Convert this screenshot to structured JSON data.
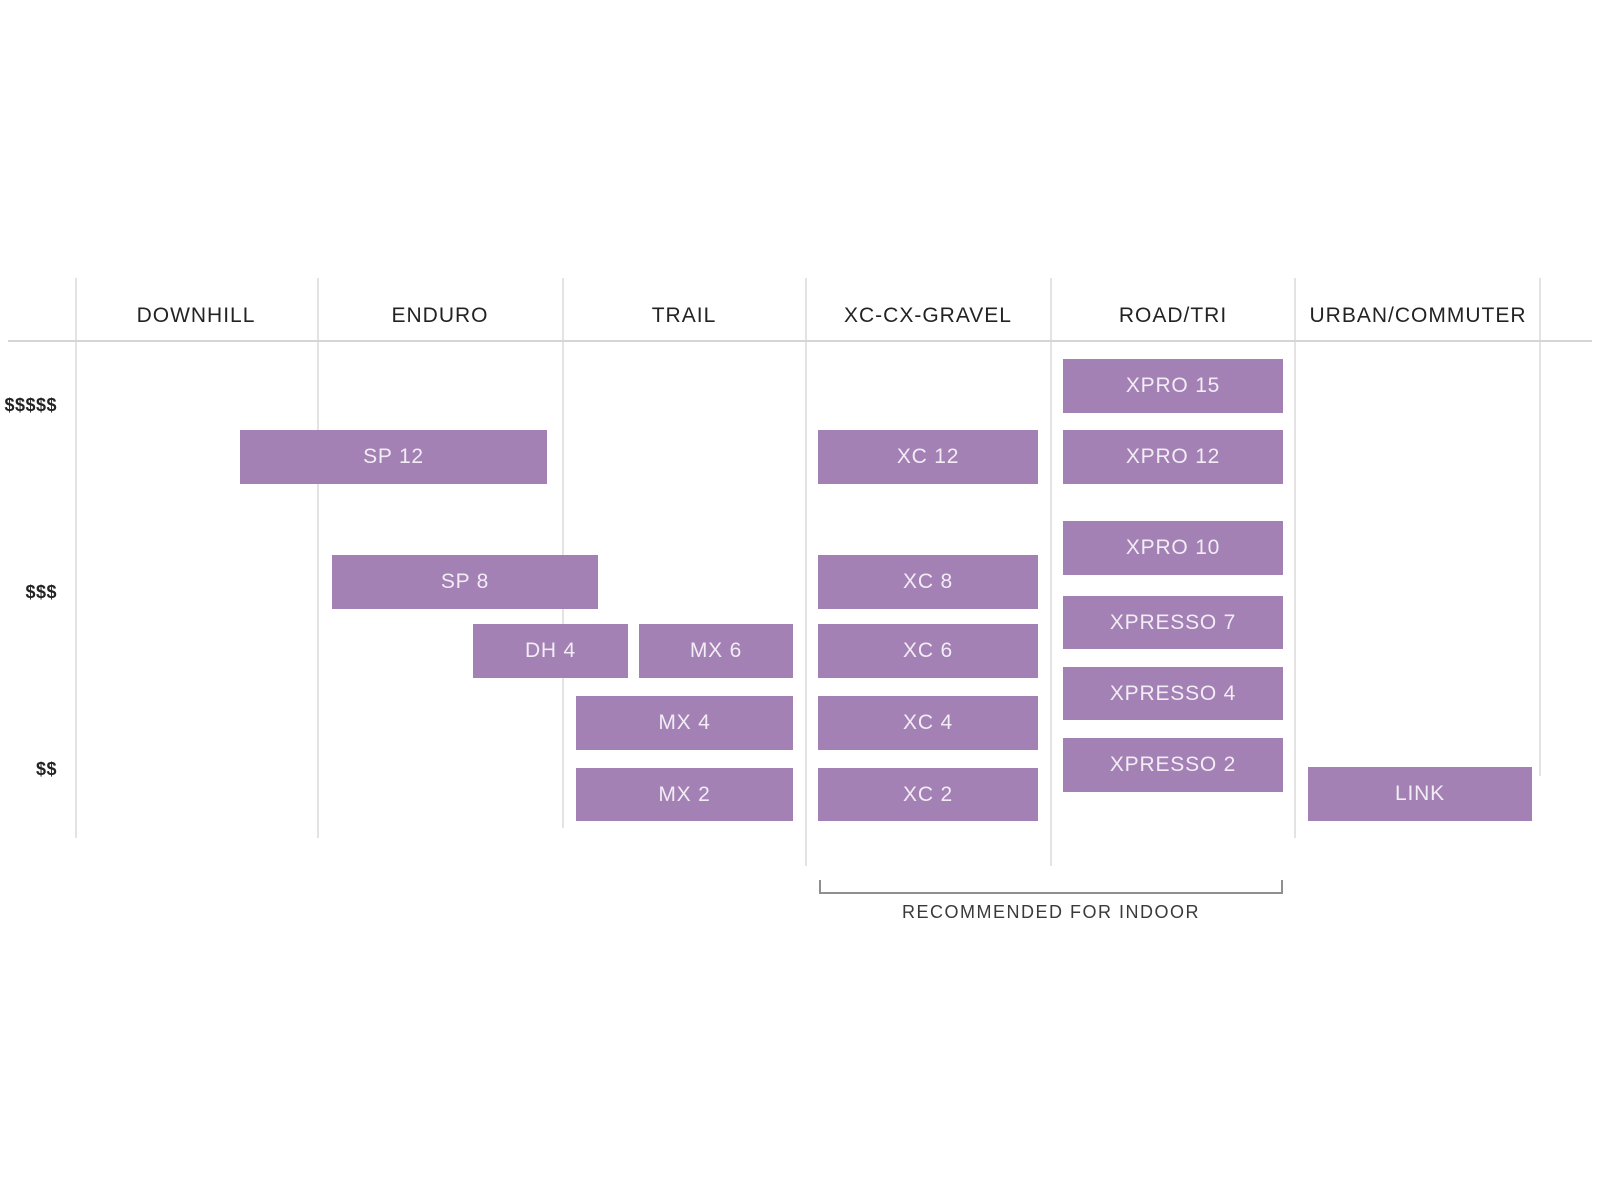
{
  "page": {
    "background": "#ffffff"
  },
  "chart_data": {
    "type": "table",
    "title": "",
    "xlabel": "",
    "ylabel": "",
    "columns": [
      "DOWNHILL",
      "ENDURO",
      "TRAIL",
      "XC-CX-GRAVEL",
      "ROAD/TRI",
      "URBAN/COMMUTER"
    ],
    "price_tiers": [
      "$$$$$",
      "$$$",
      "$$"
    ],
    "legend_position": "none",
    "grid": "vertical-column-dividers",
    "products": [
      {
        "label": "XPRO 15",
        "columns": [
          "ROAD/TRI"
        ],
        "price_tier": "$$$$$"
      },
      {
        "label": "SP 12",
        "columns": [
          "DOWNHILL",
          "ENDURO"
        ],
        "price_tier": "$$$$$"
      },
      {
        "label": "XC 12",
        "columns": [
          "XC-CX-GRAVEL"
        ],
        "price_tier": "$$$$$"
      },
      {
        "label": "XPRO 12",
        "columns": [
          "ROAD/TRI"
        ],
        "price_tier": "$$$$$"
      },
      {
        "label": "XPRO 10",
        "columns": [
          "ROAD/TRI"
        ],
        "price_tier": "$$$"
      },
      {
        "label": "SP 8",
        "columns": [
          "ENDURO",
          "TRAIL"
        ],
        "price_tier": "$$$"
      },
      {
        "label": "XC 8",
        "columns": [
          "XC-CX-GRAVEL"
        ],
        "price_tier": "$$$"
      },
      {
        "label": "XPRESSO 7",
        "columns": [
          "ROAD/TRI"
        ],
        "price_tier": "$$$"
      },
      {
        "label": "DH 4",
        "columns": [
          "ENDURO",
          "TRAIL"
        ],
        "price_tier": "$$$"
      },
      {
        "label": "MX 6",
        "columns": [
          "TRAIL"
        ],
        "price_tier": "$$$"
      },
      {
        "label": "XC 6",
        "columns": [
          "XC-CX-GRAVEL"
        ],
        "price_tier": "$$$"
      },
      {
        "label": "XPRESSO 4",
        "columns": [
          "ROAD/TRI"
        ],
        "price_tier": "$$"
      },
      {
        "label": "MX 4",
        "columns": [
          "TRAIL"
        ],
        "price_tier": "$$"
      },
      {
        "label": "XC 4",
        "columns": [
          "XC-CX-GRAVEL"
        ],
        "price_tier": "$$"
      },
      {
        "label": "XPRESSO 2",
        "columns": [
          "ROAD/TRI"
        ],
        "price_tier": "$$"
      },
      {
        "label": "MX 2",
        "columns": [
          "TRAIL"
        ],
        "price_tier": "$$"
      },
      {
        "label": "XC 2",
        "columns": [
          "XC-CX-GRAVEL"
        ],
        "price_tier": "$$"
      },
      {
        "label": "LINK",
        "columns": [
          "URBAN/COMMUTER"
        ],
        "price_tier": "$$"
      }
    ],
    "annotation": {
      "text": "RECOMMENDED FOR INDOOR",
      "span_columns": [
        "XC-CX-GRAVEL",
        "ROAD/TRI"
      ]
    },
    "colors": {
      "box_fill": "#a381b4",
      "box_text": "#f2ecf5",
      "header_text": "#232323",
      "divider": "#e4e2e3",
      "bracket": "#8f8f8f"
    }
  }
}
